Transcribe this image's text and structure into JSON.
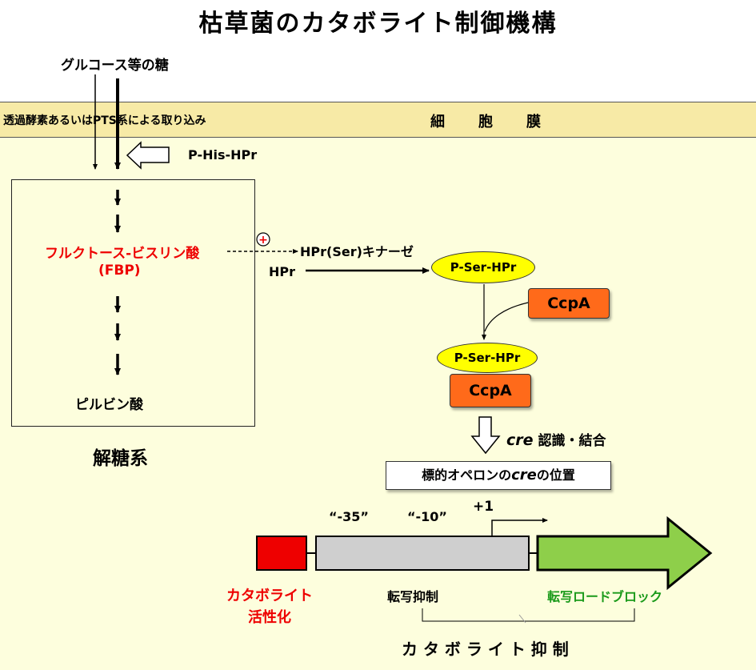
{
  "title": "枯草菌のカタボライト制御機構",
  "sugar": "グルコース等の糖",
  "membrane_left": "透過酵素あるいはPTS系による取り込み",
  "membrane_right": "細　　胞　　膜",
  "p_his_hpr": "P-His-HPr",
  "fbp_line1": "フルクトース-ビスリン酸",
  "fbp_line2": "(FBP)",
  "plus": "+",
  "kinase": "HPr(Ser)キナーゼ",
  "hpr": "HPr",
  "p_ser_hpr_1": "P-Ser-HPr",
  "ccpa_1": "CcpA",
  "p_ser_hpr_2": "P-Ser-HPr",
  "ccpa_2": "CcpA",
  "pyruvate": "ピルビン酸",
  "glycolysis": "解糖系",
  "cre_italic": "cre",
  "cre_recog": " 認識・結合",
  "operon_pre": "標的オペロンの",
  "operon_cre": "cre",
  "operon_post": "の位置",
  "minus35": "“-35”",
  "minus10": "“-10”",
  "plus1": "+1",
  "cat_act_line1": "カタボライト",
  "cat_act_line2": "活性化",
  "tx_repress": "転写抑制",
  "roadblock": "転写ロードブロック",
  "catabolite_repression": "カ タ ボ ラ イ ト 抑 制",
  "colors": {
    "red_text": "#ee0000",
    "green_text": "#1a9a1a",
    "yellow": "#ffff00",
    "orange": "#ff6a1a",
    "gene_green": "#8ecf4a",
    "gene_gray": "#cfcfcf",
    "gene_red": "#ee0000"
  }
}
